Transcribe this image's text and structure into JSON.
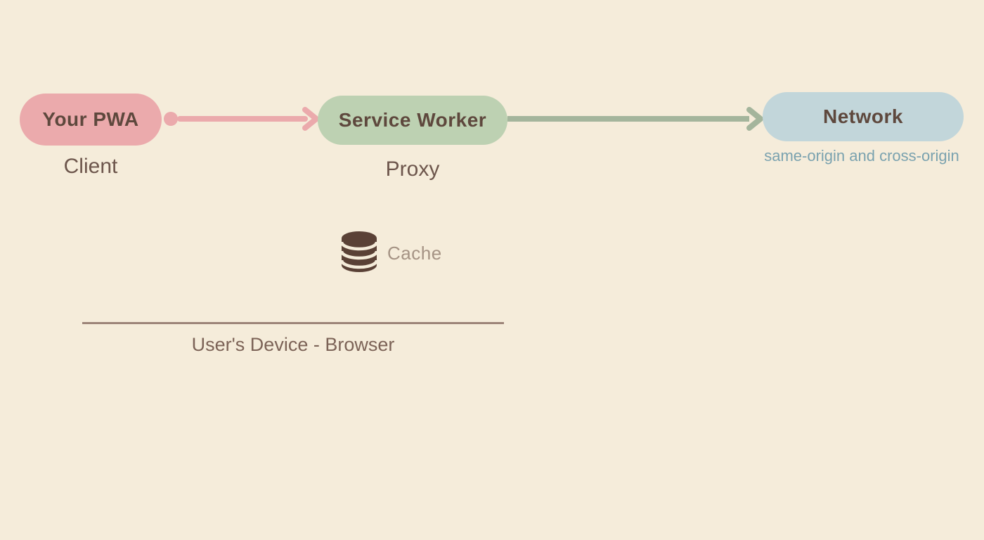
{
  "canvas": {
    "background": "#f5ecda"
  },
  "nodes": {
    "pwa": {
      "label": "Your PWA",
      "sublabel": "Client",
      "fill": "#ebaaac",
      "text_color": "#5e483d",
      "sublabel_color": "#6d564c"
    },
    "service_worker": {
      "label": "Service Worker",
      "sublabel": "Proxy",
      "fill": "#bdd1b2",
      "text_color": "#5e483d",
      "sublabel_color": "#6d564c"
    },
    "network": {
      "label": "Network",
      "sublabel": "same-origin and cross-origin",
      "fill": "#c2d6da",
      "text_color": "#5e483d",
      "sublabel_color": "#7aa2af"
    }
  },
  "arrows": {
    "pwa_to_service_worker": {
      "color": "#ebaaac",
      "style": "dot-start, chevron-end"
    },
    "service_worker_to_network": {
      "color": "#a4b59c",
      "style": "chevron-end"
    }
  },
  "cache": {
    "label": "Cache",
    "label_color": "#a59384",
    "icon": "database-icon",
    "icon_color": "#5a4136"
  },
  "device_boundary": {
    "label": "User's Device - Browser",
    "line_color": "#9c8478",
    "label_color": "#7c6357"
  }
}
